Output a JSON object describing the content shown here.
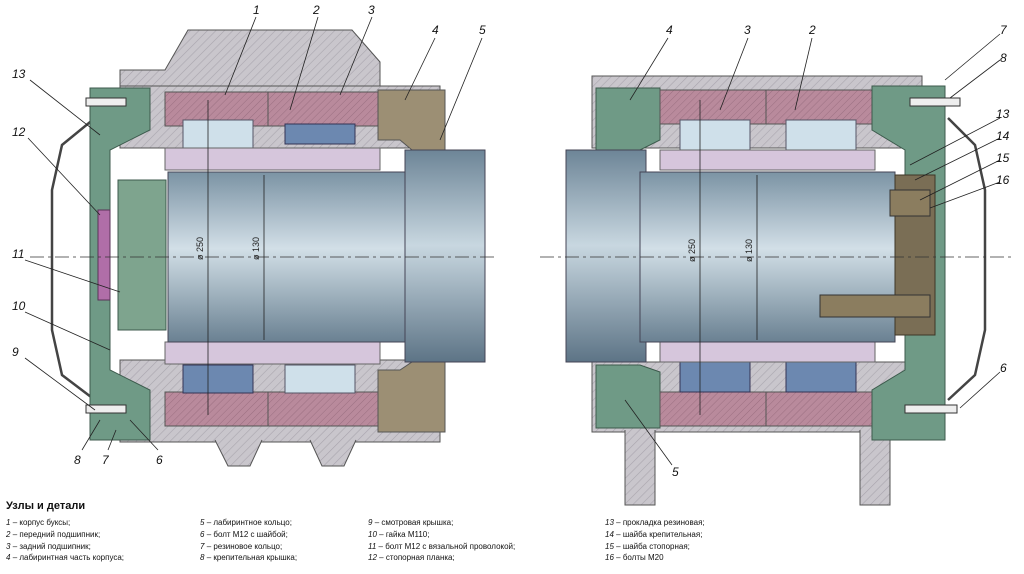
{
  "left_callouts": {
    "n1": "1",
    "n2": "2",
    "n3": "3",
    "n4": "4",
    "n5": "5",
    "n13": "13",
    "n12": "12",
    "n11": "11",
    "n10": "10",
    "n9": "9",
    "n8": "8",
    "n7": "7",
    "n6": "6"
  },
  "right_callouts": {
    "n4": "4",
    "n3": "3",
    "n2": "2",
    "n7": "7",
    "n8": "8",
    "n13": "13",
    "n14": "14",
    "n15": "15",
    "n16": "16",
    "n6": "6",
    "n5": "5"
  },
  "dimensions": {
    "d250": "ø 250",
    "d130": "ø 130"
  },
  "legend": {
    "title": "Узлы и детали",
    "col1": [
      {
        "num": "1",
        "text": "– корпус буксы;"
      },
      {
        "num": "2",
        "text": "– передний подшипник;"
      },
      {
        "num": "3",
        "text": "– задний подшипник;"
      },
      {
        "num": "4",
        "text": "– лабиринтная часть корпуса;"
      }
    ],
    "col2": [
      {
        "num": "5",
        "text": "– лабиринтное кольцо;"
      },
      {
        "num": "6",
        "text": "– болт М12 с шайбой;"
      },
      {
        "num": "7",
        "text": "– резиновое кольцо;"
      },
      {
        "num": "8",
        "text": "– крепительная крышка;"
      }
    ],
    "col3": [
      {
        "num": "9",
        "text": "– смотровая крышка;"
      },
      {
        "num": "10",
        "text": "– гайка М110;"
      },
      {
        "num": "11",
        "text": "– болт М12 с вязальной проволокой;"
      },
      {
        "num": "12",
        "text": "– стопорная планка;"
      }
    ],
    "col4": [
      {
        "num": "13",
        "text": "– прокладка резиновая;"
      },
      {
        "num": "14",
        "text": "– шайба крепительная;"
      },
      {
        "num": "15",
        "text": "– шайба стопорная;"
      },
      {
        "num": "16",
        "text": "– болты М20"
      }
    ]
  },
  "colors": {
    "housing": "#c9c6cc",
    "bearing_ring": "#b98a9c",
    "roller": "#cfe0ea",
    "roller_dark": "#6c88b0",
    "cover": "#6f9a86",
    "labyrinth": "#9c8f74",
    "axle": "#8faabc",
    "cage": "#d6c6dc"
  }
}
